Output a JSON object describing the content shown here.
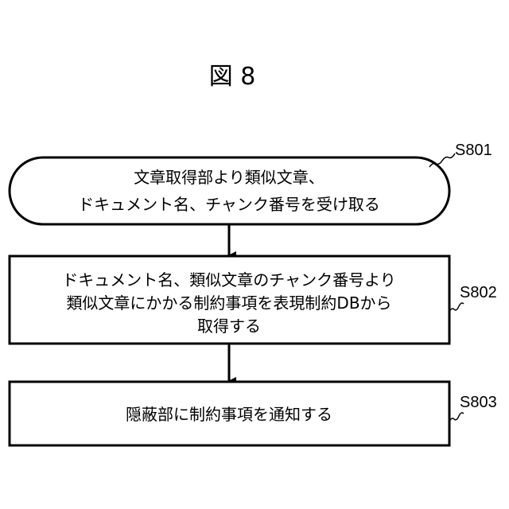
{
  "figure_title": "図 8",
  "steps": [
    {
      "id": "S801",
      "shape": "rounded",
      "lines": [
        "文章取得部より類似文章、",
        "ドキュメント名、チャンク番号を受け取る"
      ]
    },
    {
      "id": "S802",
      "shape": "rect",
      "lines": [
        "ドキュメント名、類似文章のチャンク番号より",
        "類似文章にかかる制約事項を表現制約DBから",
        "取得する"
      ]
    },
    {
      "id": "S803",
      "shape": "rect",
      "lines": [
        "隠蔽部に制約事項を通知する"
      ]
    }
  ]
}
